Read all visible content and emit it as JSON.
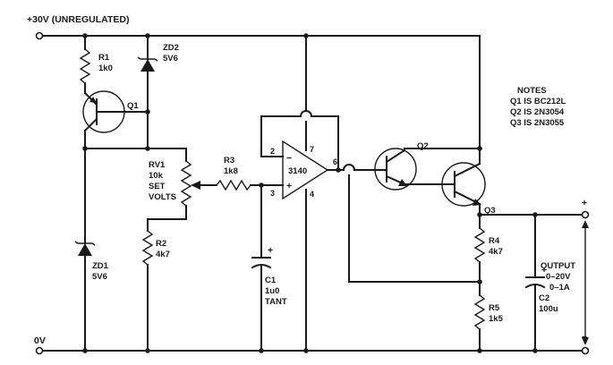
{
  "supply": {
    "positive": "+30V (UNREGULATED)",
    "ground": "0V"
  },
  "components": {
    "r1": {
      "ref": "R1",
      "value": "1k0"
    },
    "zd2": {
      "ref": "ZD2",
      "value": "5V6"
    },
    "q1": {
      "ref": "Q1"
    },
    "rv1": {
      "ref": "RV1",
      "value": "10k",
      "line3": "SET",
      "line4": "VOLTS"
    },
    "r2": {
      "ref": "R2",
      "value": "4k7"
    },
    "zd1": {
      "ref": "ZD1",
      "value": "5V6"
    },
    "r3": {
      "ref": "R3",
      "value": "1k8"
    },
    "c1": {
      "ref": "C1",
      "value": "1u0",
      "type": "TANT",
      "polarity": "+"
    },
    "ic": {
      "part": "3140",
      "pin2": "2",
      "pin3": "3",
      "pin4": "4",
      "pin6": "6",
      "pin7": "7",
      "inv": "−",
      "noninv": "+"
    },
    "q2": {
      "ref": "Q2"
    },
    "q3": {
      "ref": "Q3"
    },
    "r4": {
      "ref": "R4",
      "value": "4k7"
    },
    "r5": {
      "ref": "R5",
      "value": "1k5"
    },
    "c2": {
      "ref": "C2",
      "value": "100u",
      "polarity": "+"
    }
  },
  "notes": {
    "heading": "NOTES",
    "lines": [
      "Q1 IS BC212L",
      "Q2 IS 2N3054",
      "Q3 IS 2N3055"
    ]
  },
  "output": {
    "label": "OUTPUT",
    "range": "0–20V",
    "current": "0–1A",
    "plus": "+",
    "minus": "−"
  }
}
